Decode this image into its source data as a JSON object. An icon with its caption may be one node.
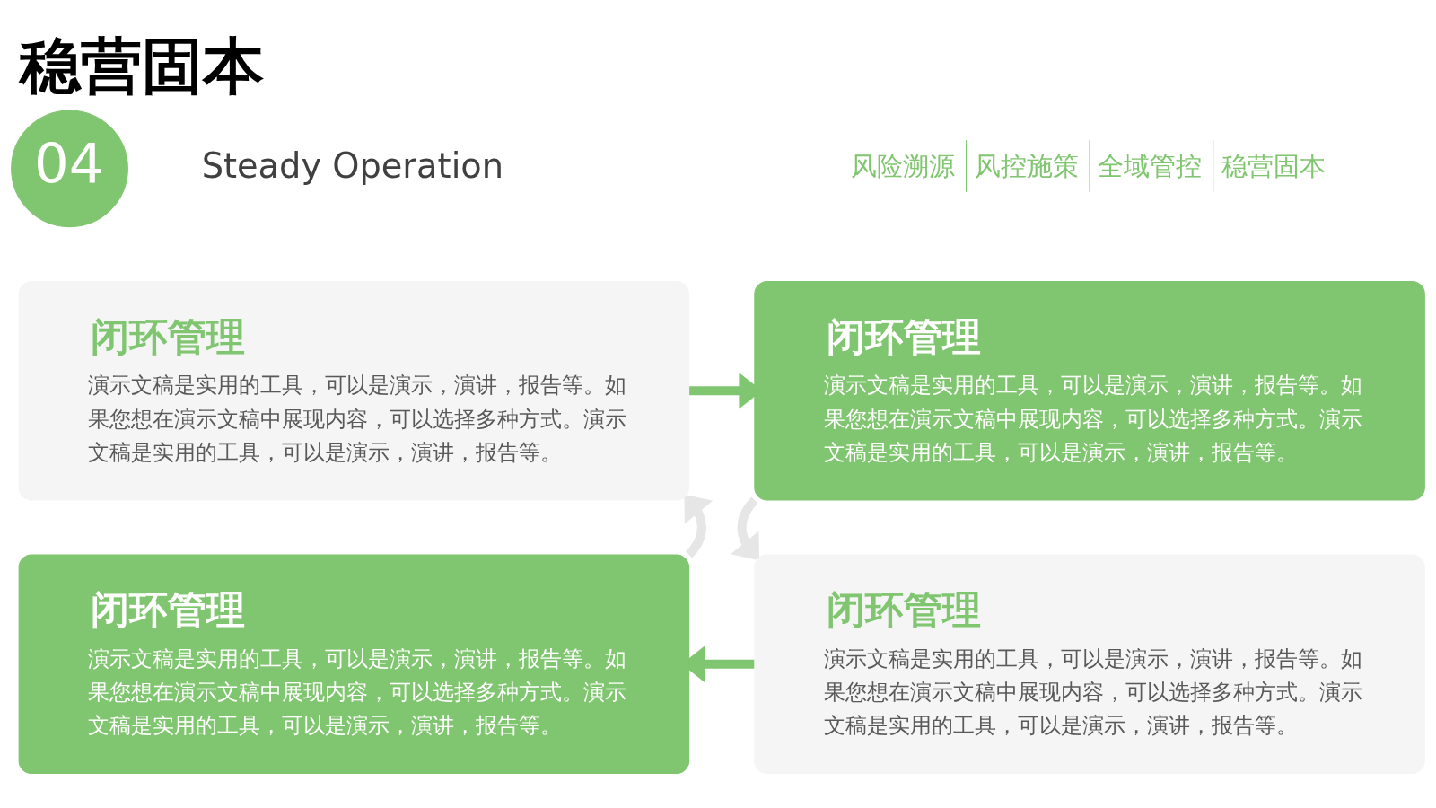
{
  "diagram": {
    "title": "稳营固本",
    "nodes": [
      {
        "text": [
          "04"
        ]
      },
      {
        "text": [
          "闭环管理",
          "演示文稿是实用的工具，可以是演示，演讲，报告等。如果您想在演示文稿中展现内容，可以选择多种方式。演示文稿是实用的工具，可以是演示，演讲，报告等。"
        ]
      },
      {
        "text": [
          "闭环管理",
          "演示文稿是实用的工具，可以是演示，演讲，报告等。如果您想在演示文稿中展现内容，可以选择多种方式。演示文稿是实用的工具，可以是演示，演讲，报告等。"
        ]
      },
      {
        "text": [
          "闭环管理",
          "演示文稿是实用的工具，可以是演示，演讲，报告等。如果您想在演示文稿中展现内容，可以选择多种方式。演示文稿是实用的工具，可以是演示，演讲，报告等。"
        ]
      },
      {
        "text": [
          "闭环管理",
          "演示文稿是实用的工具，可以是演示，演讲，报告等。如果您想在演示文稿中展现内容，可以选择多种方式。演示文稿是实用的工具，可以是演示，演讲，报告等。"
        ]
      }
    ],
    "edges": [
      {
        "from": 1,
        "to": 2,
        "arrow": "to",
        "color": "#80c56f"
      },
      {
        "from": 2,
        "to": 4,
        "arrow": "to",
        "color": "#e6e6e6"
      },
      {
        "from": 4,
        "to": 3,
        "arrow": "to",
        "color": "#80c56f"
      },
      {
        "from": 3,
        "to": 1,
        "arrow": "to",
        "color": "#e6e6e6"
      }
    ],
    "labels": [
      "Steady Operation",
      "风险溯源",
      "风控施策",
      "全域管控",
      "稳营固本"
    ]
  }
}
